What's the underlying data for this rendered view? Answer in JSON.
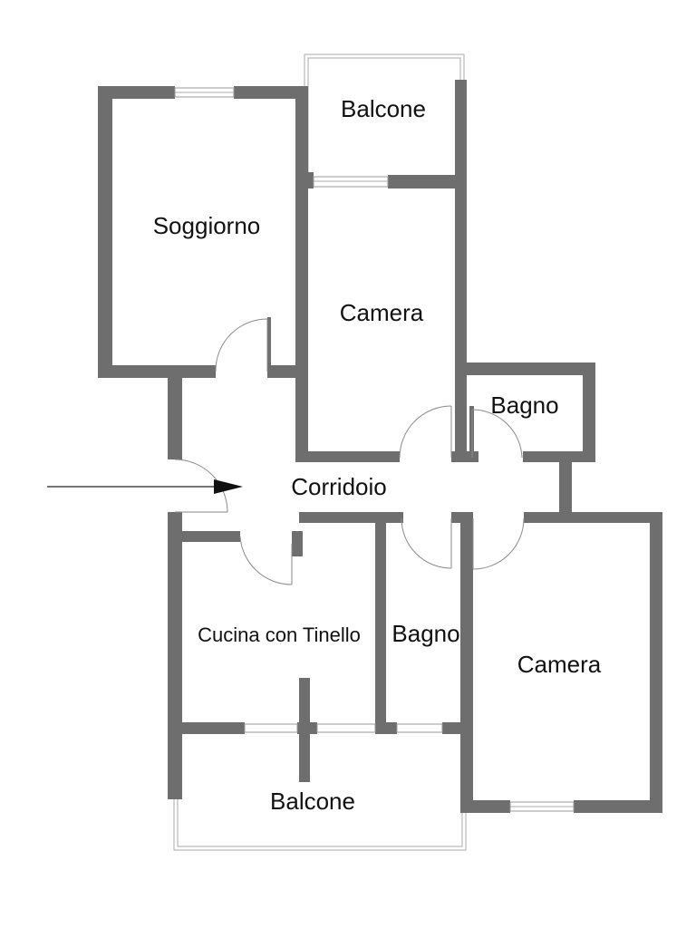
{
  "rooms": {
    "balcone_top": "Balcone",
    "soggiorno": "Soggiorno",
    "camera_top": "Camera",
    "bagno_top": "Bagno",
    "corridoio": "Corridoio",
    "cucina": "Cucina con Tinello",
    "bagno_bottom": "Bagno",
    "camera_bottom": "Camera",
    "balcone_bottom": "Balcone"
  }
}
